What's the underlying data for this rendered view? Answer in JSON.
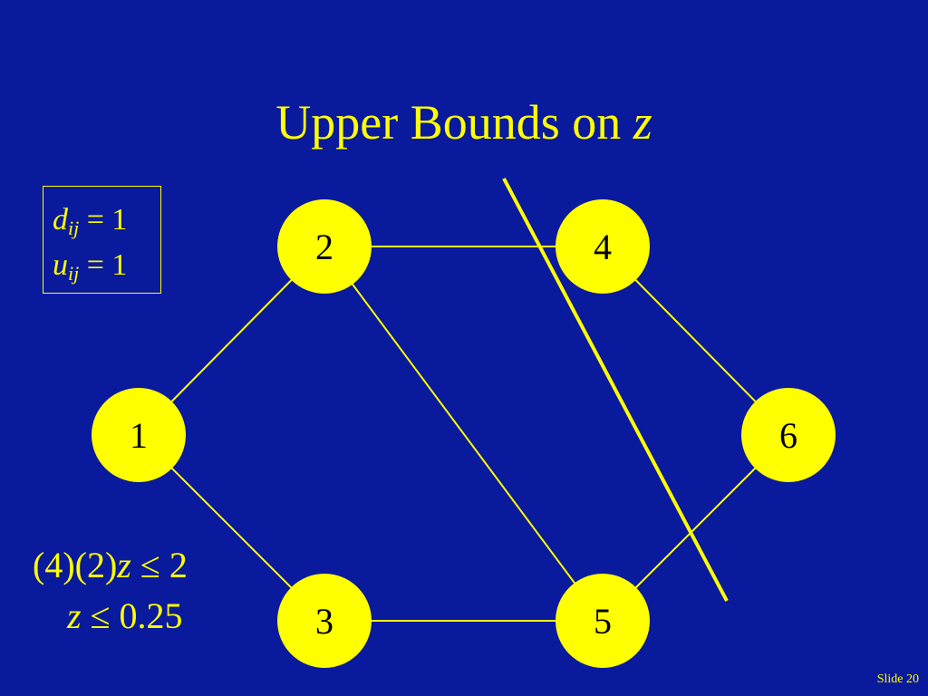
{
  "slide": {
    "title_text": "Upper Bounds on ",
    "title_var": "z",
    "slide_number": "Slide 20"
  },
  "legend": {
    "d_var": "d",
    "d_sub": "ij",
    "d_rest": " = 1",
    "u_var": "u",
    "u_sub": "ij",
    "u_rest": " = 1"
  },
  "calc": {
    "line1_prefix": "(4)(2)",
    "line1_var": "z",
    "line1_rest": " ≤ 2",
    "line2_var": "z",
    "line2_rest": " ≤ 0.25"
  },
  "colors": {
    "background": "#0a1a9c",
    "accent": "#ffff00",
    "node_text": "#000000"
  },
  "graph": {
    "nodes": [
      {
        "id": "1",
        "label": "1"
      },
      {
        "id": "2",
        "label": "2"
      },
      {
        "id": "3",
        "label": "3"
      },
      {
        "id": "4",
        "label": "4"
      },
      {
        "id": "5",
        "label": "5"
      },
      {
        "id": "6",
        "label": "6"
      }
    ],
    "edges": [
      {
        "from": "1",
        "to": "2"
      },
      {
        "from": "1",
        "to": "3"
      },
      {
        "from": "2",
        "to": "4"
      },
      {
        "from": "2",
        "to": "5"
      },
      {
        "from": "3",
        "to": "5"
      },
      {
        "from": "4",
        "to": "6"
      },
      {
        "from": "5",
        "to": "6"
      }
    ]
  }
}
